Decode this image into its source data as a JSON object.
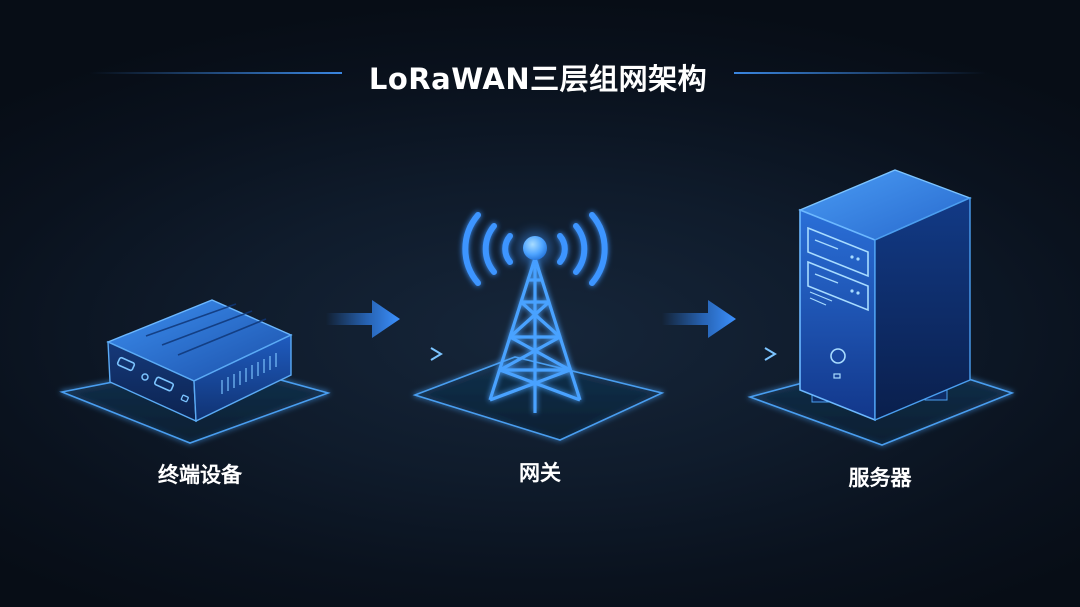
{
  "title": "LoRaWAN三层组网架构",
  "nodes": [
    {
      "label": "终端设备",
      "icon": "end-device-box-icon"
    },
    {
      "label": "网关",
      "icon": "radio-tower-icon"
    },
    {
      "label": "服务器",
      "icon": "server-tower-icon"
    }
  ],
  "edges": [
    {
      "from": "终端设备",
      "to": "网关"
    },
    {
      "from": "网关",
      "to": "服务器"
    }
  ],
  "colors": {
    "background": "#0b1422",
    "accent": "#3a86e0",
    "glow": "#5fb0ff",
    "text": "#ffffff"
  }
}
